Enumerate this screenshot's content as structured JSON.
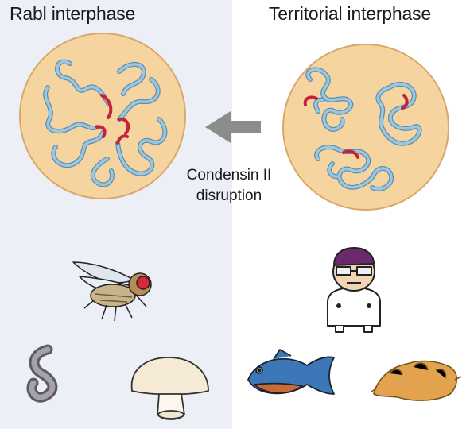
{
  "titles": {
    "left": "Rabl interphase",
    "right": "Territorial interphase"
  },
  "caption": {
    "line1": "Condensin II",
    "line2": "disruption"
  },
  "colors": {
    "left_panel_bg": "#eceff6",
    "nucleus_fill": "#f6d4a0",
    "nucleus_stroke": "#d8a86a",
    "chromatin": "#9cc7de",
    "chromatin_edge": "#5b8fb0",
    "centromere": "#c8203a",
    "arrow": "#8c8c8c"
  },
  "icons": {
    "left": [
      "fly-icon",
      "worm-icon",
      "mushroom-icon"
    ],
    "right": [
      "scientist-icon",
      "fish-icon",
      "sea-slug-icon"
    ]
  }
}
